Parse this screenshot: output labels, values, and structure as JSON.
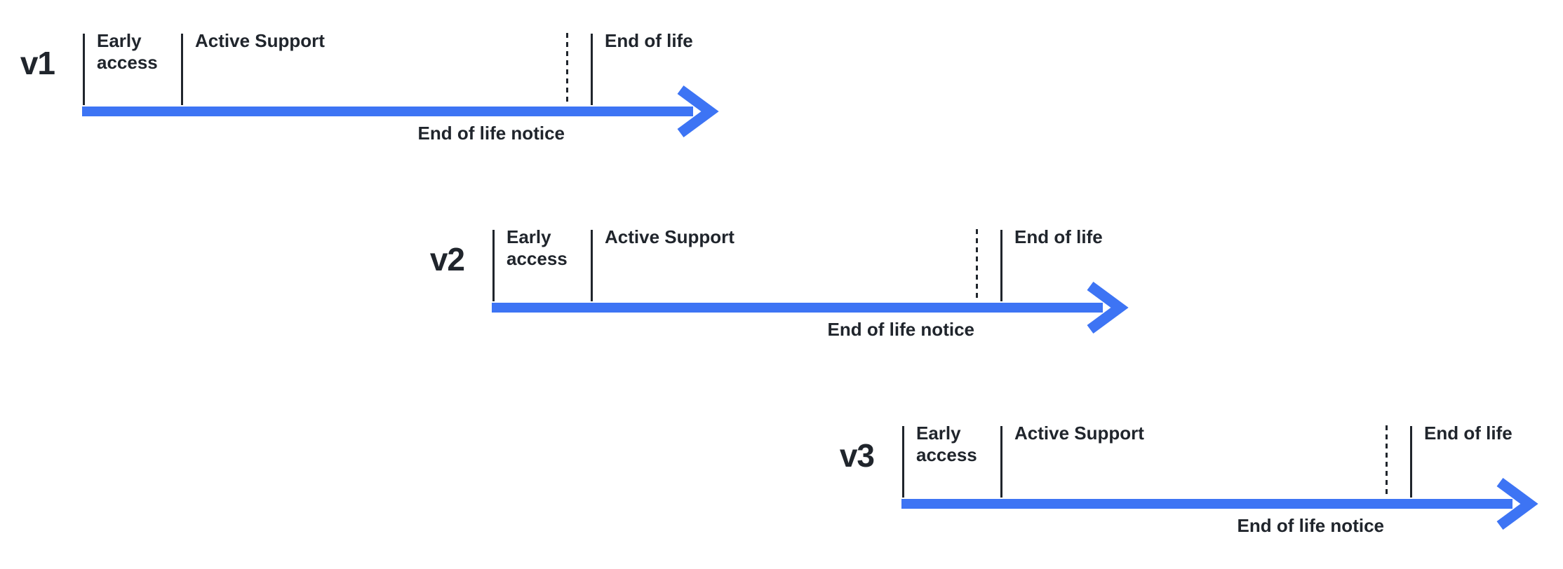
{
  "diagram": {
    "type": "timeline",
    "colors": {
      "arrow_blue": "#3D74F4",
      "ink": "#20252C",
      "background": "#FFFFFF"
    },
    "phases": [
      {
        "label": "Early access",
        "marker": "solid-tick"
      },
      {
        "label": "Active Support",
        "marker": "solid-tick"
      },
      {
        "label": "End of life notice",
        "marker": "dashed-tick",
        "label_position": "below-arrow"
      },
      {
        "label": "End of life",
        "marker": "solid-tick"
      }
    ],
    "timelines": [
      {
        "version": "v1"
      },
      {
        "version": "v2"
      },
      {
        "version": "v3"
      }
    ]
  }
}
